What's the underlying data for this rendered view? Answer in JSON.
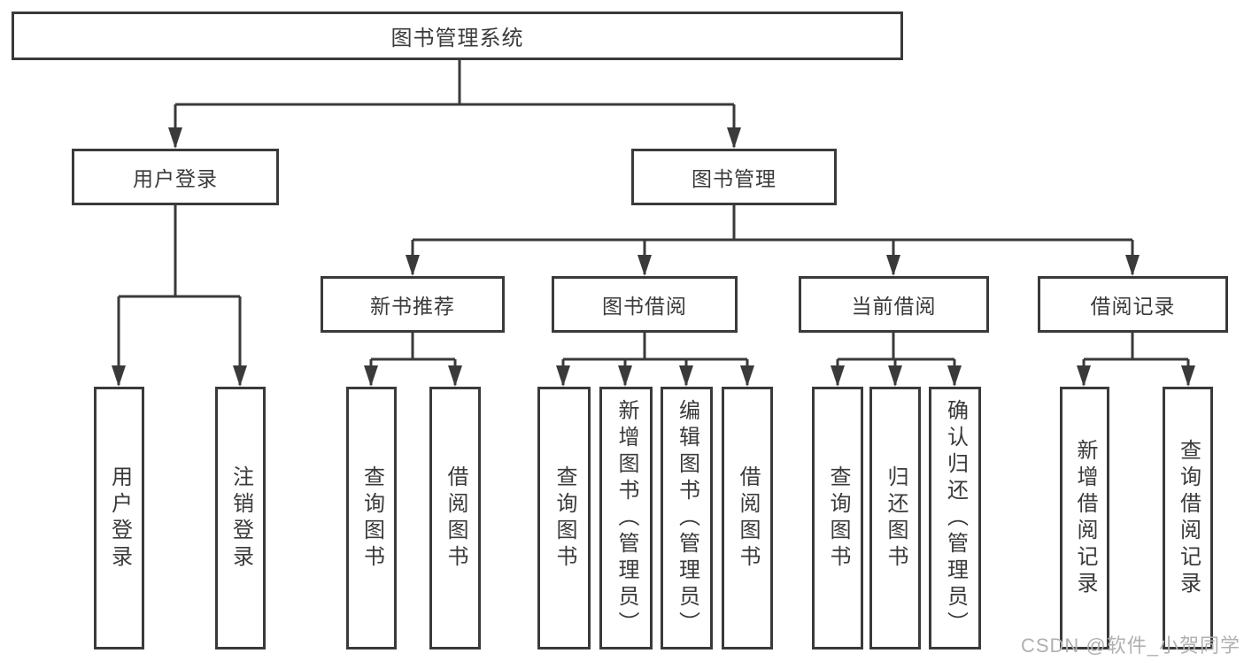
{
  "tree": {
    "label": "图书管理系统",
    "children": [
      {
        "label": "用户登录",
        "children": [
          {
            "label": "用户登录"
          },
          {
            "label": "注销登录"
          }
        ]
      },
      {
        "label": "图书管理",
        "children": [
          {
            "label": "新书推荐",
            "children": [
              {
                "label": "查询图书"
              },
              {
                "label": "借阅图书"
              }
            ]
          },
          {
            "label": "图书借阅",
            "children": [
              {
                "label": "查询图书"
              },
              {
                "label": "新增图书（管理员）"
              },
              {
                "label": "编辑图书（管理员）"
              },
              {
                "label": "借阅图书"
              }
            ]
          },
          {
            "label": "当前借阅",
            "children": [
              {
                "label": "查询图书"
              },
              {
                "label": "归还图书"
              },
              {
                "label": "确认归还（管理员）"
              }
            ]
          },
          {
            "label": "借阅记录",
            "children": [
              {
                "label": "新增借阅记录"
              },
              {
                "label": "查询借阅记录"
              }
            ]
          }
        ]
      }
    ]
  },
  "watermark": {
    "text": "CSDN @软件_小贺同学"
  },
  "colors": {
    "line": "#3a3a3a",
    "text": "#3a3a3a",
    "background": "#ffffff",
    "watermark": "#b0b0b0"
  }
}
